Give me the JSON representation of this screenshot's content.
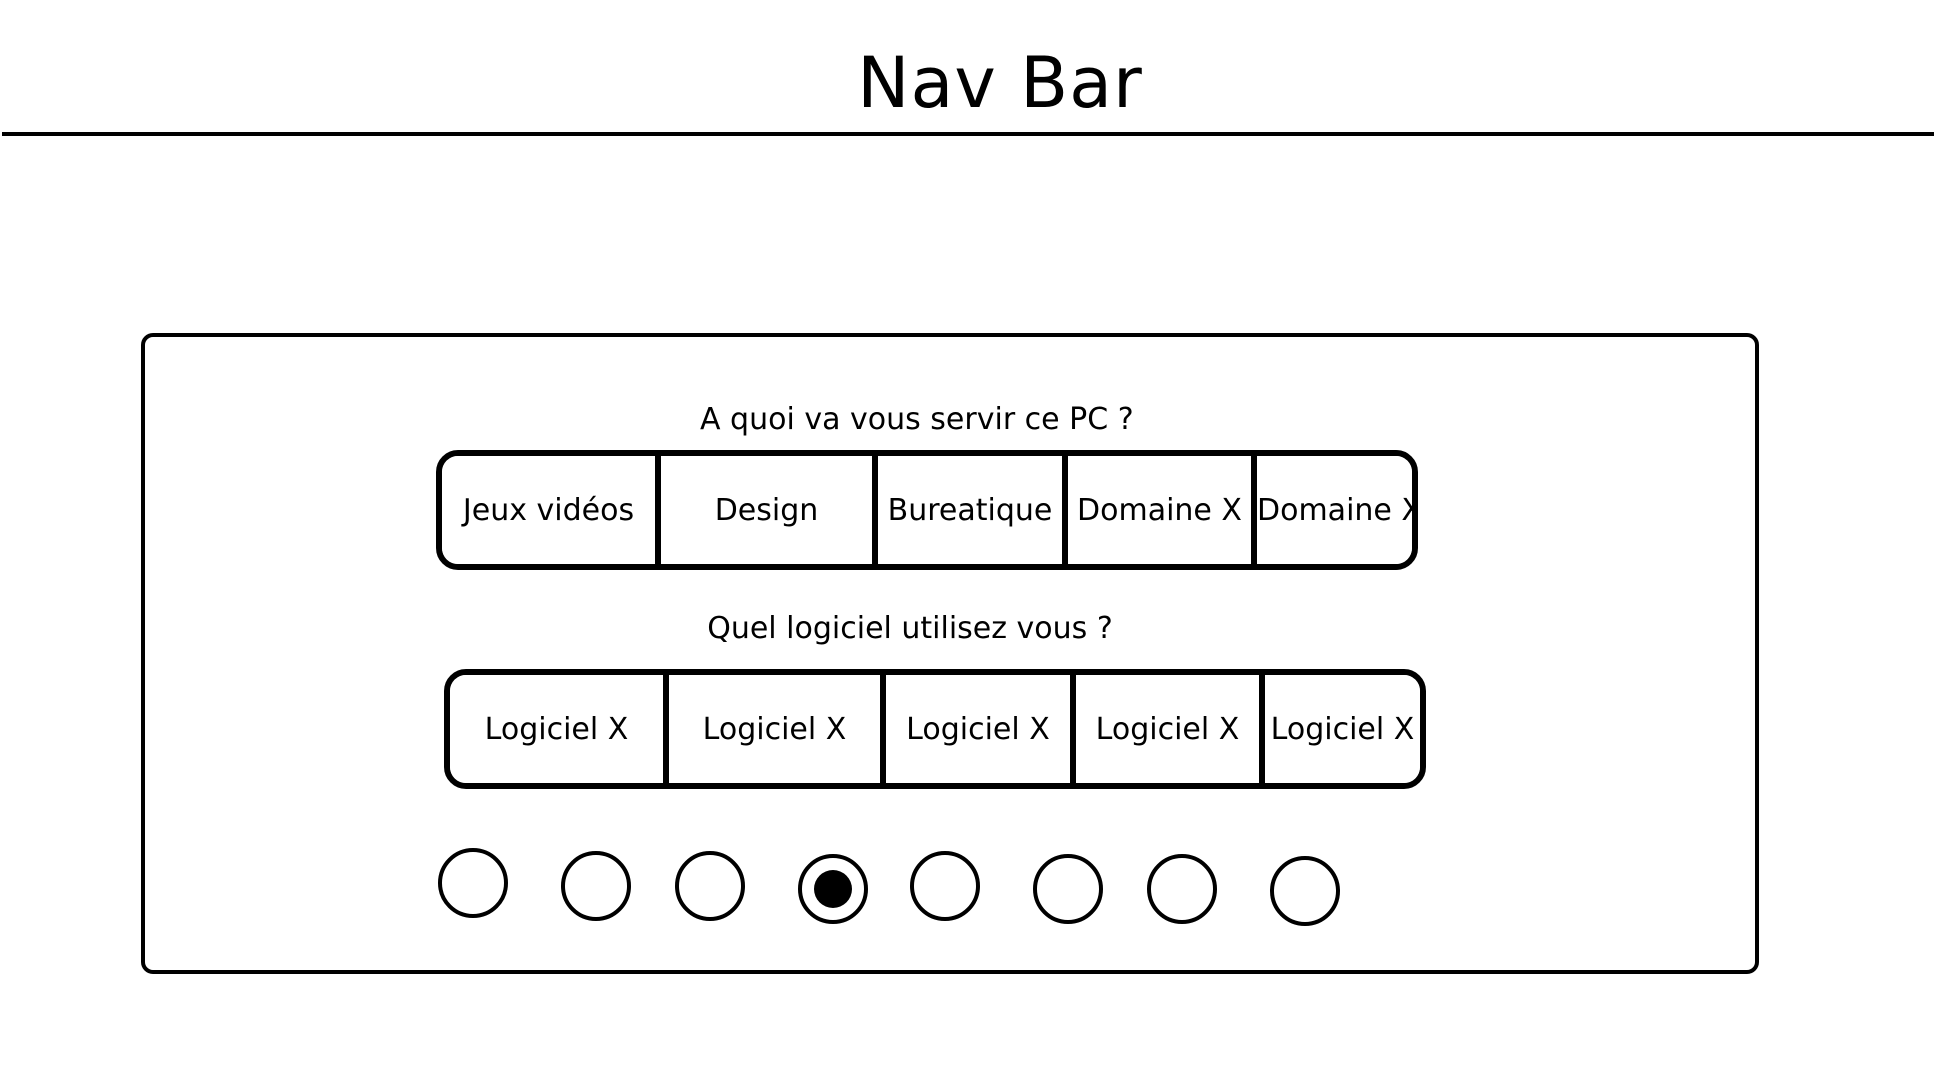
{
  "header": {
    "title": "Nav Bar"
  },
  "card": {
    "question_usage": "A quoi va vous servir ce PC ?",
    "usage_options": [
      {
        "label": "Jeux vidéos"
      },
      {
        "label": "Design"
      },
      {
        "label": "Bureatique"
      },
      {
        "label": "Domaine X"
      },
      {
        "label": "Domaine X"
      }
    ],
    "question_software": "Quel logiciel utilisez vous ?",
    "software_options": [
      {
        "label": "Logiciel X"
      },
      {
        "label": "Logiciel X"
      },
      {
        "label": "Logiciel X"
      },
      {
        "label": "Logiciel X"
      },
      {
        "label": "Logiciel X"
      }
    ],
    "pagination": {
      "total": 8,
      "active_index": 3
    }
  },
  "colors": {
    "stroke": "#000000",
    "background": "#ffffff"
  }
}
